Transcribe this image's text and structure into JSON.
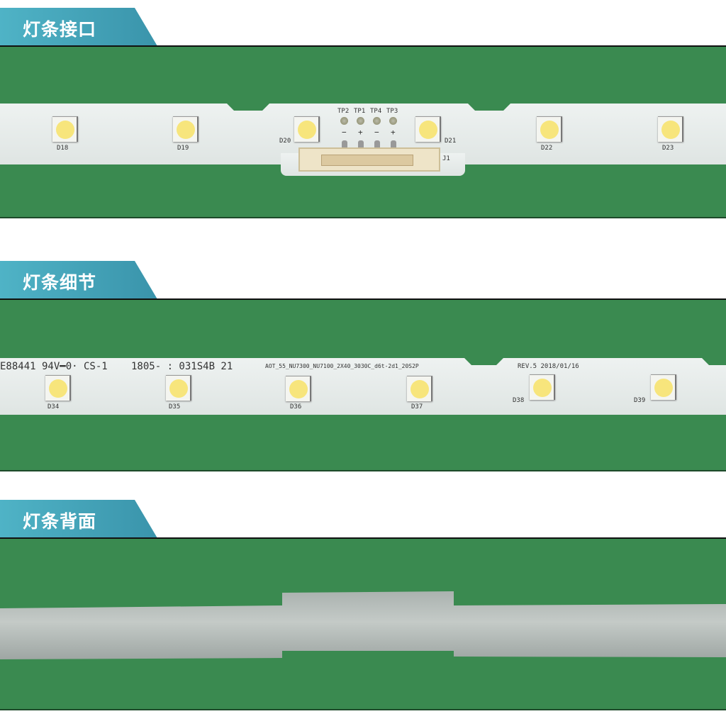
{
  "sections": [
    {
      "title": "灯条接口"
    },
    {
      "title": "灯条细节"
    },
    {
      "title": "灯条背面"
    }
  ],
  "strip1": {
    "leds": [
      "D18",
      "D19",
      "D20",
      "D21",
      "D22",
      "D23"
    ],
    "test_points": [
      "TP2",
      "TP1",
      "TP4",
      "TP3"
    ],
    "polarity": [
      "−",
      "+",
      "−",
      "+"
    ],
    "connector": "J1"
  },
  "strip2": {
    "leds": [
      "D34",
      "D35",
      "D36",
      "D37",
      "D38",
      "D39"
    ],
    "code1": "E88441 94V━0· CS-1",
    "code2": "1805- : 031S4B 21",
    "model": "AOT_55_NU7300_NU7100_2X40_3030C_d6t-2d1_20S2P",
    "rev": "REV.5 2018/01/16"
  }
}
